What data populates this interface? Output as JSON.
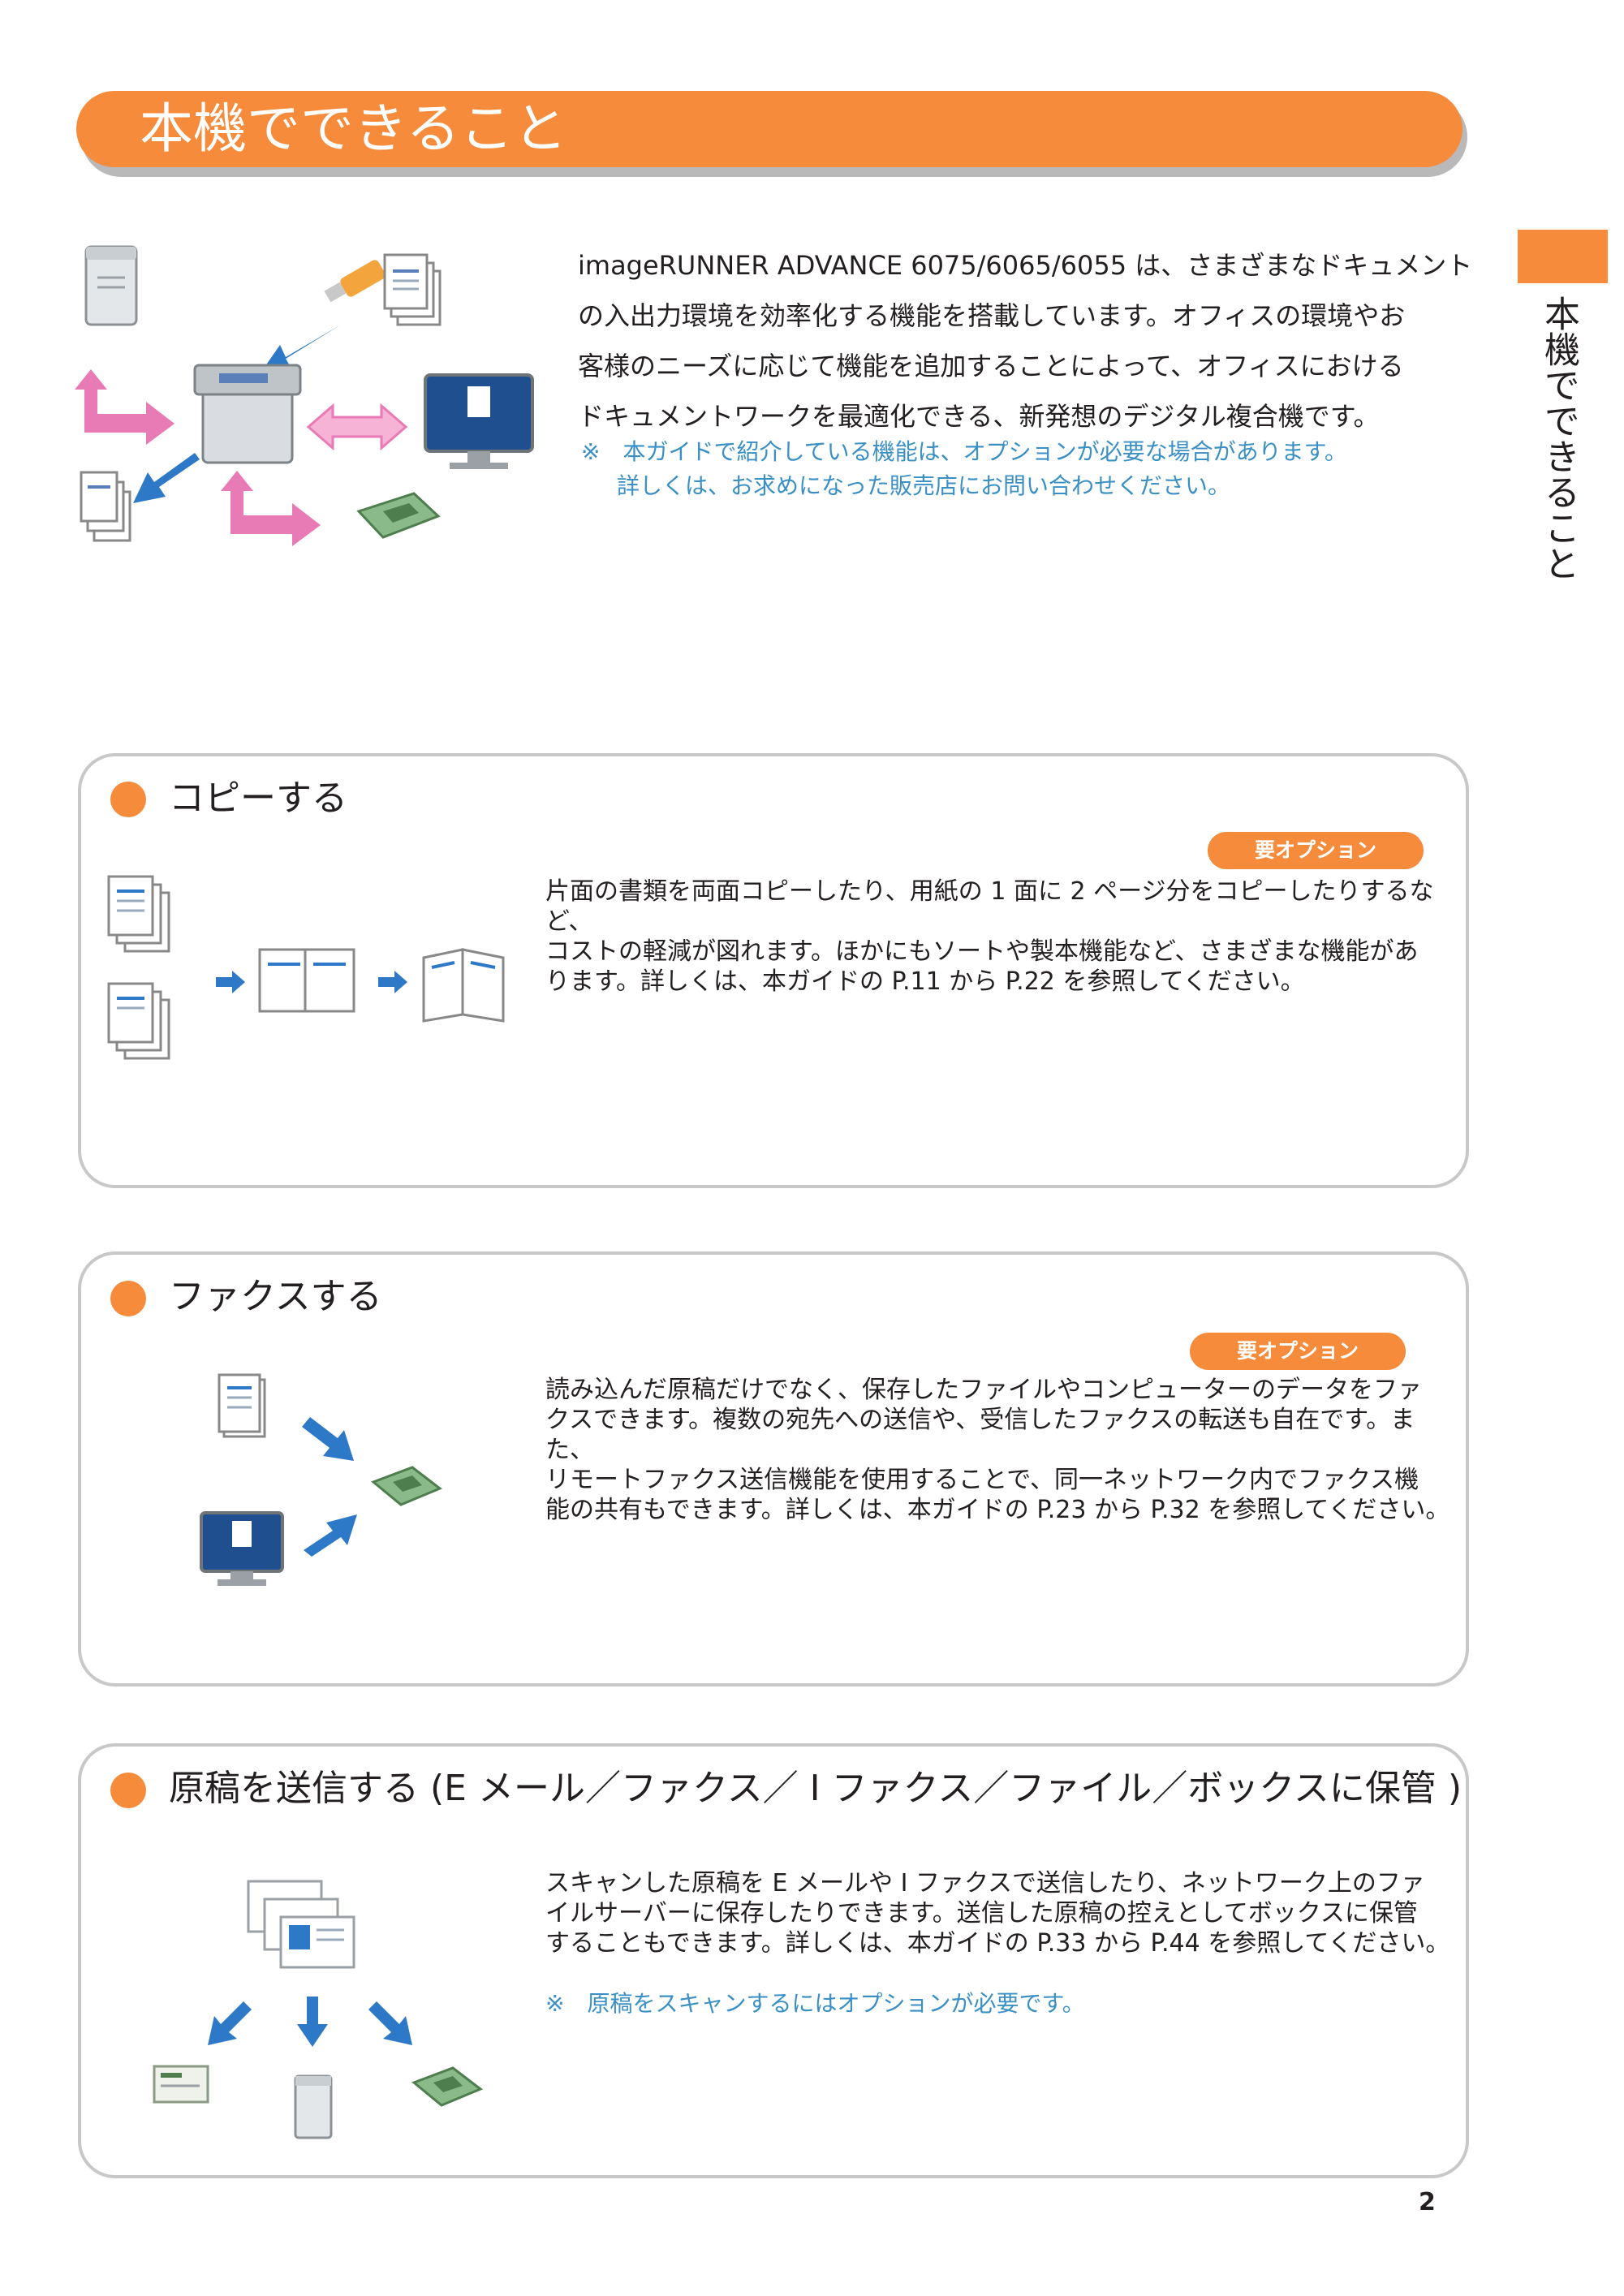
{
  "page_title": "本機でできること",
  "side_tab_label": "本機でできること",
  "intro": {
    "lines": [
      "imageRUNNER ADVANCE 6075/6065/6055 は、さまざまなドキュメント",
      "の入出力環境を効率化する機能を搭載しています。オフィスの環境やお",
      "客様のニーズに応じて機能を追加することによって、オフィスにおける",
      "ドキュメントワークを最適化できる、新発想のデジタル複合機です。"
    ],
    "note_line1": "※　本ガイドで紹介している機能は、オプションが必要な場合があります。",
    "note_line2": "詳しくは、お求めになった販売店にお問い合わせください。"
  },
  "sections": [
    {
      "title": "コピーする",
      "badge": "要オプション",
      "lines": [
        "片面の書類を両面コピーしたり、用紙の 1 面に 2 ページ分をコピーしたりするなど、",
        "コストの軽減が図れます。ほかにもソートや製本機能など、さまざまな機能があ",
        "ります。詳しくは、本ガイドの P.11 から P.22 を参照してください。"
      ]
    },
    {
      "title": "ファクスする",
      "badge": "要オプション",
      "lines": [
        "読み込んだ原稿だけでなく、保存したファイルやコンピューターのデータをファ",
        "クスできます。複数の宛先への送信や、受信したファクスの転送も自在です。また、",
        "リモートファクス送信機能を使用することで、同一ネットワーク内でファクス機",
        "能の共有もできます。詳しくは、本ガイドの P.23 から P.32 を参照してください。"
      ]
    },
    {
      "title": "原稿を送信する (E メール／ファクス／ I ファクス／ファイル／ボックスに保管 )",
      "lines": [
        "スキャンした原稿を E メールや I ファクスで送信したり、ネットワーク上のファ",
        "イルサーバーに保存したりできます。送信した原稿の控えとしてボックスに保管",
        "することもできます。詳しくは、本ガイドの P.33 から P.44 を参照してください。"
      ],
      "note": "※　原稿をスキャンするにはオプションが必要です。"
    }
  ],
  "page_number": "2",
  "colors": {
    "accent": "#f58b3b",
    "note_blue": "#3a8fc4",
    "border_gray": "#c8c8c8"
  }
}
